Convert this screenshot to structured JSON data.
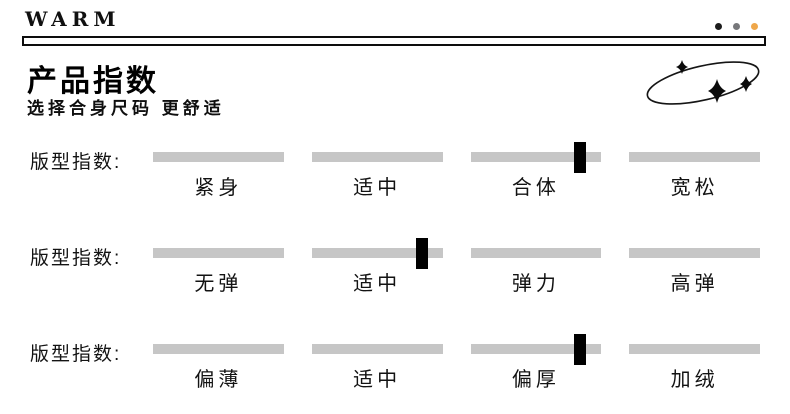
{
  "brand": {
    "logo_text": "WARM"
  },
  "window_dots": {
    "colors": [
      "#1c1c1c",
      "#77787b",
      "#efa74a"
    ]
  },
  "header": {
    "title": "产品指数",
    "subtitle": "选择合身尺码 更舒适"
  },
  "icons": {
    "decoration": "sparkle-ellipse"
  },
  "index_rows": [
    {
      "label": "版型指数:",
      "options": [
        "紧身",
        "适中",
        "合体",
        "宽松"
      ],
      "selected_index": 2,
      "selected_option": "合体",
      "marker_offset_percent": 84
    },
    {
      "label": "版型指数:",
      "options": [
        "无弹",
        "适中",
        "弹力",
        "高弹"
      ],
      "selected_index": 1,
      "selected_option": "适中",
      "marker_offset_percent": 84
    },
    {
      "label": "版型指数:",
      "options": [
        "偏薄",
        "适中",
        "偏厚",
        "加绒"
      ],
      "selected_index": 2,
      "selected_option": "偏厚",
      "marker_offset_percent": 84
    }
  ],
  "colors": {
    "bar": "#c6c6c6",
    "marker": "#000000",
    "ink": "#111111",
    "accent_dot": "#efa74a"
  }
}
